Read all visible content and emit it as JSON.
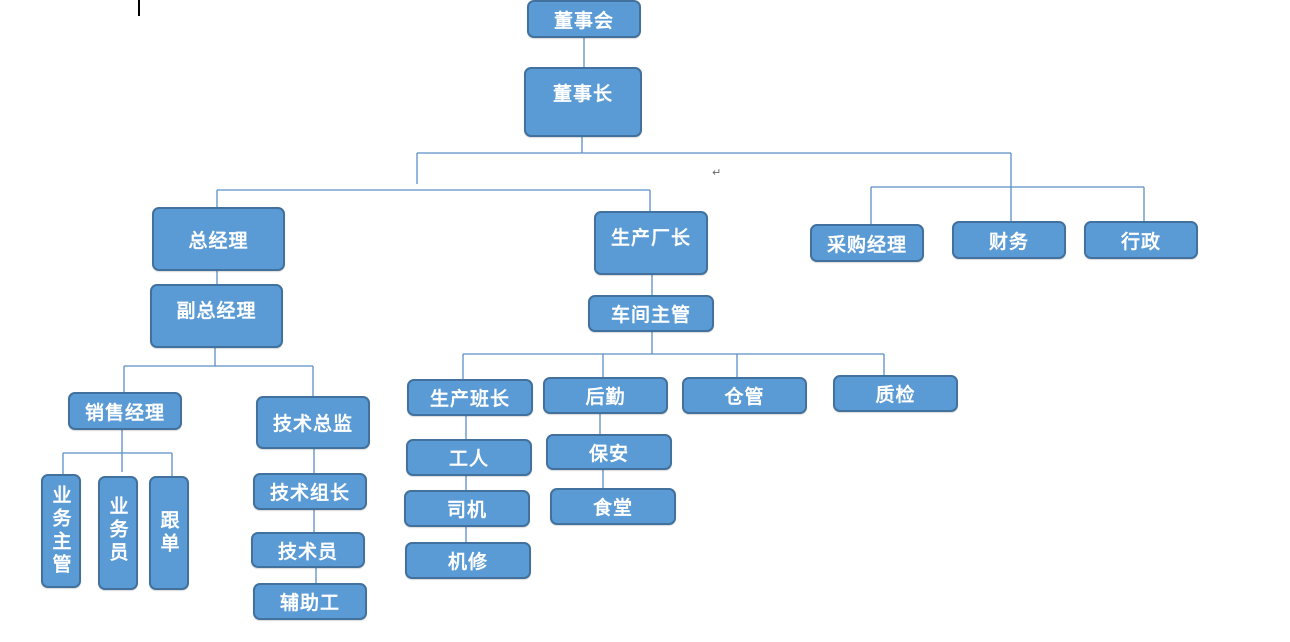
{
  "org_chart": {
    "nodes": {
      "board": "董事会",
      "chairman": "董事长",
      "gm": "总经理",
      "deputy_gm": "副总经理",
      "sales_manager": "销售经理",
      "sales_supervisor": "业务主管",
      "salesperson": "业务员",
      "order_follow": "跟单",
      "tech_director": "技术总监",
      "tech_lead": "技术组长",
      "technician": "技术员",
      "assistant": "辅助工",
      "factory_director": "生产厂长",
      "workshop_supervisor": "车间主管",
      "team_leader": "生产班长",
      "worker": "工人",
      "driver": "司机",
      "mechanic": "机修",
      "logistics": "后勤",
      "security": "保安",
      "canteen": "食堂",
      "warehouse": "仓管",
      "quality": "质检",
      "purchasing_manager": "采购经理",
      "finance": "财务",
      "admin": "行政"
    },
    "colors": {
      "node_fill": "#5b9bd5",
      "node_border": "#41719c",
      "node_text": "#ffffff",
      "connector": "#5b8fc6"
    }
  }
}
